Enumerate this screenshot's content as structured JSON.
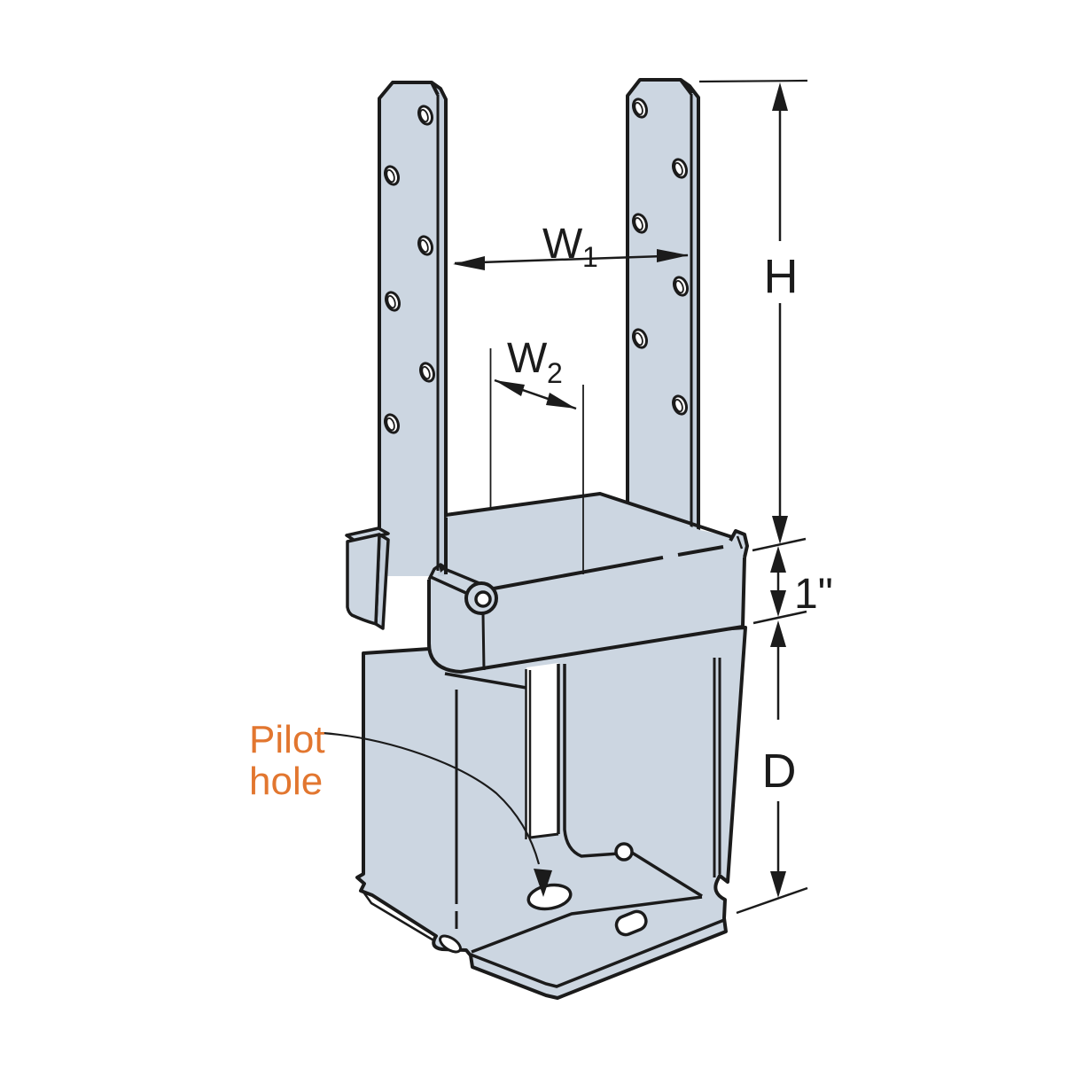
{
  "diagram": {
    "description": "Isometric line drawing of a sheet-metal post base connector with dimension callouts",
    "dimensions": {
      "w1": {
        "base": "W",
        "sub": "1"
      },
      "w2": {
        "base": "W",
        "sub": "2"
      },
      "height": "H",
      "collar_offset": "1\"",
      "depth": "D"
    },
    "callout": {
      "line1": "Pilot",
      "line2": "hole"
    },
    "colors": {
      "metal_fill": "#ccd6e1",
      "metal_side_fill": "#c3cedb",
      "outline": "#1b1b1b",
      "annotation_orange": "#e2762f",
      "background": "#ffffff"
    }
  }
}
